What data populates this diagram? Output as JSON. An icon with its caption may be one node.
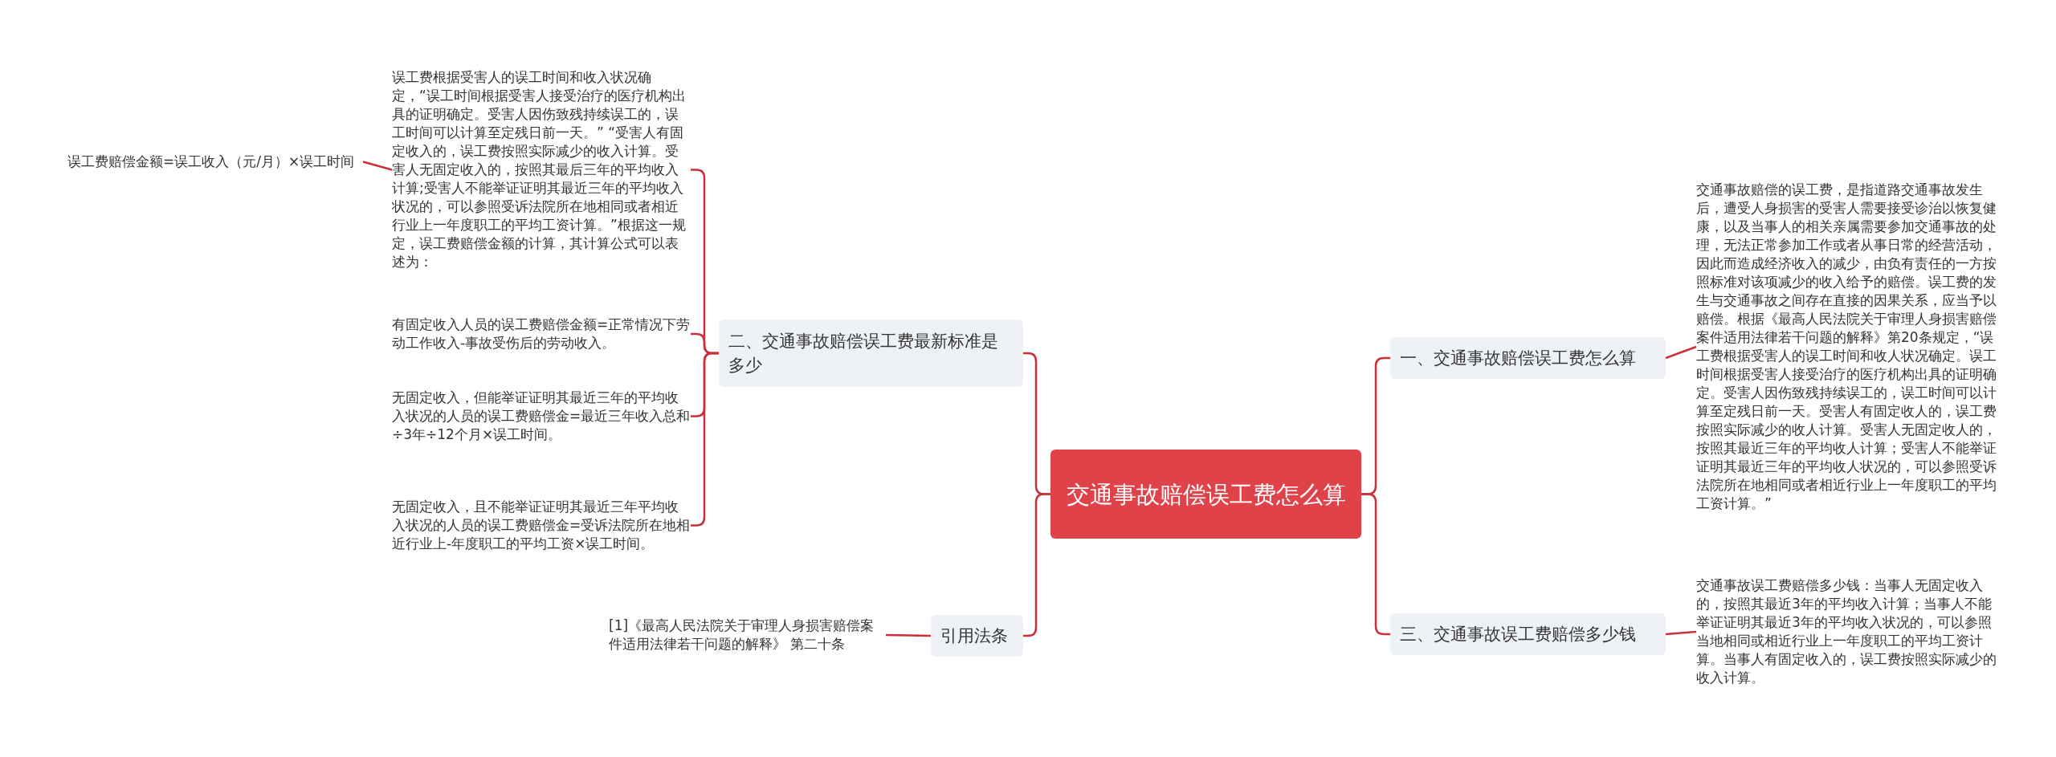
{
  "diagram": {
    "nodes": [
      {
        "text": [
          "交通事故赔偿误工费怎么算"
        ]
      },
      {
        "text": [
          "一、交通事故赔偿误工费怎么算"
        ]
      },
      {
        "text": [
          "交通事故赔偿的误工费，是指道路交通事故发生后，遭受人身损害的受害人需要接受诊治以恢复健康，以及当事人的相关亲属需要参加交通事故的处理，无法正常参加工作或者从事日常的经营活动，因此而造成经济收入的减少，由负有责任的一方按照标准对该项减少的收入给予的赔偿。误工费的发生与交通事故之间存在直接的因果关系，应当予以赔偿。根据《最高人民法院关于审理人身损害赔偿案件适用法律若干问题的解释》第20条规定，“误工费根据受害人的误工时间和收人状况确定。误工时间根据受害人接受治疗的医疗机构出具的证明确定。受害人因伤致残持续误工的，误工时间可以计算至定残日前一天。受害人有固定收人的，误工费按照实际减少的收人计算。受害人无固定收人的，按照其最近三年的平均收人计算；受害人不能举证证明其最近三年的平均收人状况的，可以参照受诉法院所在地相同或者相近行业上一年度职工的平均工资计算。”"
        ]
      },
      {
        "text": [
          "三、交通事故误工费赔偿多少钱"
        ]
      },
      {
        "text": [
          "交通事故误工费赔偿多少钱：当事人无固定收入的，按照其最近3年的平均收入计算；当事人不能举证证明其最近3年的平均收入状况的，可以参照当地相同或相近行业上一年度职工的平均工资计算。当事人有固定收入的，误工费按照实际减少的收入计算。"
        ]
      },
      {
        "text": [
          "二、交通事故赔偿误工费最新标准是多少"
        ]
      },
      {
        "text": [
          "误工费根据受害人的误工时间和收入状况确定，“误工时间根据受害人接受治疗的医疗机构出具的证明确定。受害人因伤致残持续误工的，误工时间可以计算至定残日前一天。” “受害人有固定收入的，误工费按照实际减少的收入计算。受害人无固定收入的，按照其最后三年的平均收入计算;受害人不能举证证明其最近三年的平均收入状况的，可以参照受诉法院所在地相同或者相近行业上一年度职工的平均工资计算。”根据这一规定，误工费赔偿金额的计算，其计算公式可以表述为："
        ]
      },
      {
        "text": [
          "误工费赔偿金额=误工收入（元/月）×误工时间"
        ]
      },
      {
        "text": [
          "有固定收入人员的误工费赔偿金额=正常情况下劳动工作收入-事故受伤后的劳动收入。"
        ]
      },
      {
        "text": [
          "无固定收入，但能举证证明其最近三年的平均收入状况的人员的误工费赔偿金=最近三年收入总和÷3年÷12个月×误工时间。"
        ]
      },
      {
        "text": [
          "无固定收入，且不能举证证明其最近三年平均收入状况的人员的误工费赔偿金=受诉法院所在地相近行业上-年度职工的平均工资×误工时间。"
        ]
      },
      {
        "text": [
          "引用法条"
        ]
      },
      {
        "text": [
          "[1]《最高人民法院关于审理人身损害赔偿案件适用法律若干问题的解释》 第二十条"
        ]
      }
    ],
    "edges": [
      {
        "from": 0,
        "to": 1,
        "arrow": "none"
      },
      {
        "from": 1,
        "to": 2,
        "arrow": "none"
      },
      {
        "from": 0,
        "to": 3,
        "arrow": "none"
      },
      {
        "from": 3,
        "to": 4,
        "arrow": "none"
      },
      {
        "from": 0,
        "to": 5,
        "arrow": "none"
      },
      {
        "from": 5,
        "to": 6,
        "arrow": "none"
      },
      {
        "from": 6,
        "to": 7,
        "arrow": "none"
      },
      {
        "from": 5,
        "to": 8,
        "arrow": "none"
      },
      {
        "from": 5,
        "to": 9,
        "arrow": "none"
      },
      {
        "from": 5,
        "to": 10,
        "arrow": "none"
      },
      {
        "from": 0,
        "to": 11,
        "arrow": "none"
      },
      {
        "from": 11,
        "to": 12,
        "arrow": "none"
      }
    ]
  }
}
